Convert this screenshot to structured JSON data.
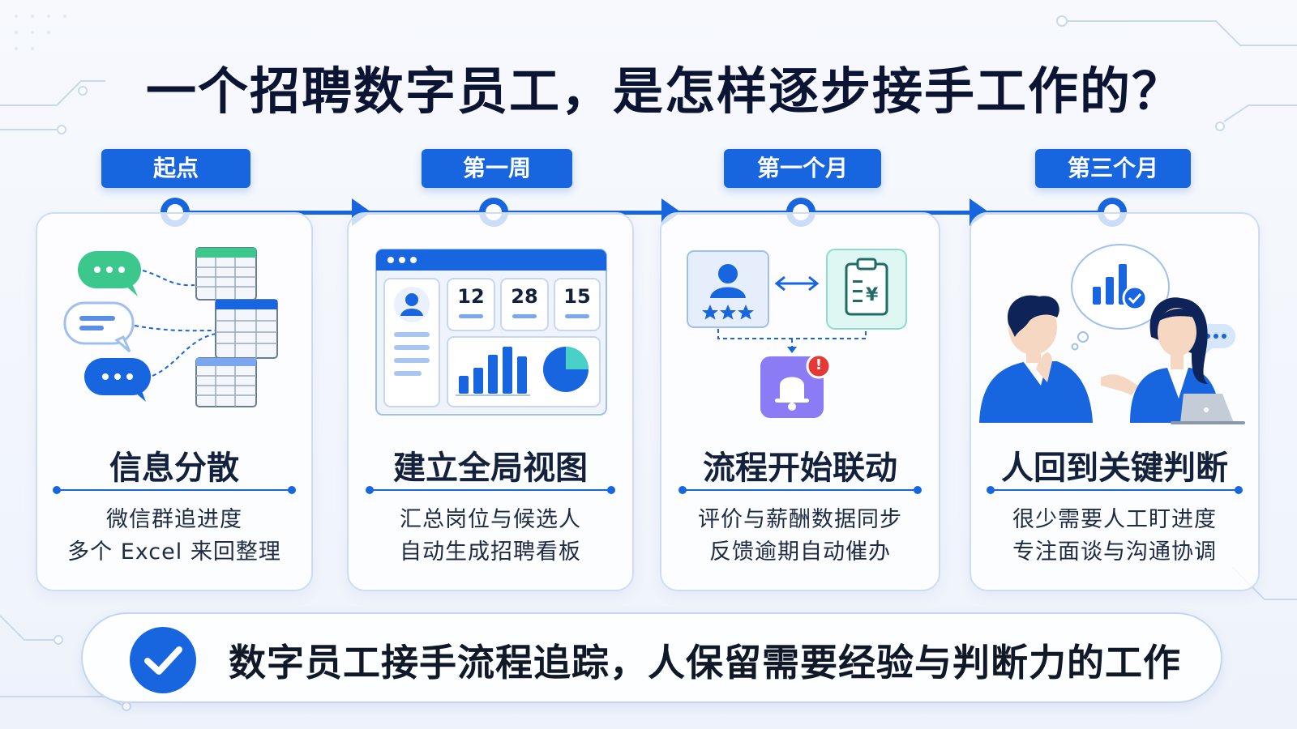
{
  "title": "一个招聘数字员工，是怎样逐步接手工作的？",
  "stages": [
    {
      "tag": "起点",
      "heading": "信息分散",
      "desc_line1": "微信群追进度",
      "desc_line2": "多个 Excel 来回整理",
      "icons": [
        "chat-bubble-icon",
        "spreadsheet-icon"
      ]
    },
    {
      "tag": "第一周",
      "heading": "建立全局视图",
      "desc_line1": "汇总岗位与候选人",
      "desc_line2": "自动生成招聘看板",
      "dashboard_numbers": [
        "12",
        "28",
        "15"
      ],
      "icons": [
        "dashboard-icon",
        "user-icon",
        "bar-chart-icon",
        "pie-chart-icon"
      ]
    },
    {
      "tag": "第一个月",
      "heading": "流程开始联动",
      "desc_line1": "评价与薪酬数据同步",
      "desc_line2": "反馈逾期自动催办",
      "salary_symbol": "¥",
      "alert_symbol": "!",
      "icons": [
        "rated-candidate-icon",
        "two-way-arrow-icon",
        "salary-clipboard-icon",
        "bell-alert-icon"
      ]
    },
    {
      "tag": "第三个月",
      "heading": "人回到关键判断",
      "desc_line1": "很少需要人工盯进度",
      "desc_line2": "专注面谈与沟通协调",
      "icons": [
        "interview-people-icon",
        "chart-check-bubble-icon"
      ]
    }
  ],
  "summary": "数字员工接手流程追踪，人保留需要经验与判断力的工作",
  "colors": {
    "accent": "#1766e0",
    "title_text": "#0b1533",
    "green": "#3cc88d",
    "teal": "#4ad1c7",
    "purple": "#8b7cf6",
    "alert_red": "#e53935"
  }
}
